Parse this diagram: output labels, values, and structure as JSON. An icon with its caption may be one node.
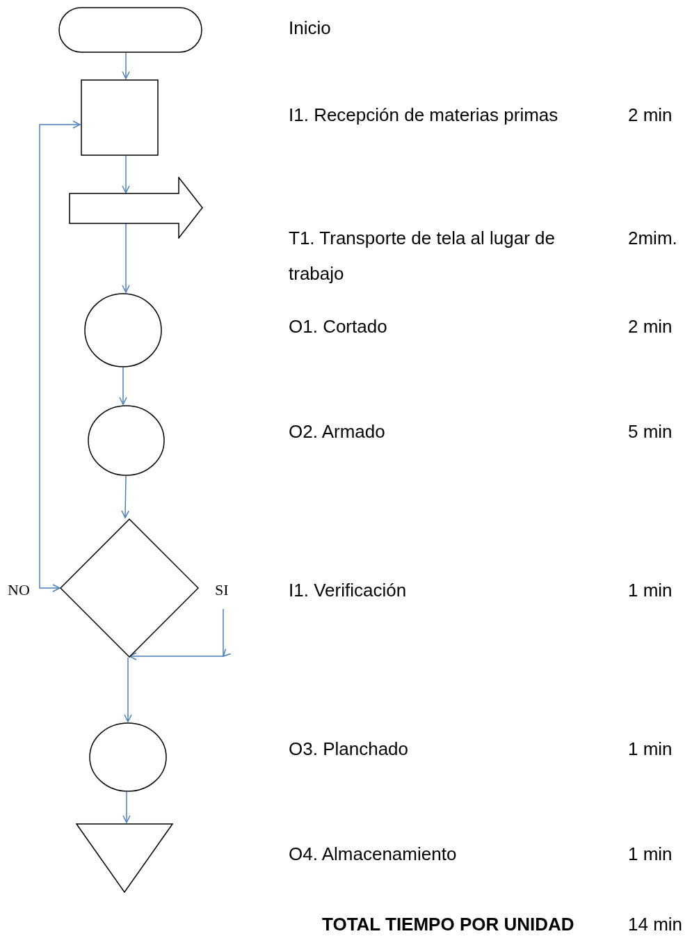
{
  "diagram": {
    "nodes": [
      {
        "text": [],
        "shape": "terminal"
      },
      {
        "text": [],
        "shape": "box"
      },
      {
        "text": [],
        "shape": "arrow"
      },
      {
        "text": [],
        "shape": "circle"
      },
      {
        "text": [],
        "shape": "circle"
      },
      {
        "text": [],
        "shape": "diamond"
      },
      {
        "text": [],
        "shape": "circle"
      },
      {
        "text": [],
        "shape": "triangle"
      }
    ],
    "edges": [
      {
        "from": 0,
        "to": 1,
        "arrow": "to"
      },
      {
        "from": 1,
        "to": 2,
        "arrow": "to"
      },
      {
        "from": 2,
        "to": 3,
        "arrow": "to"
      },
      {
        "from": 3,
        "to": 4,
        "arrow": "to"
      },
      {
        "from": 4,
        "to": 5,
        "arrow": "to"
      },
      {
        "from": 5,
        "to": 1,
        "arrow": "both",
        "label": "NO"
      },
      {
        "from": null,
        "to": 5,
        "arrow": "to",
        "label": "SI"
      },
      {
        "from": 5,
        "to": 6,
        "arrow": "to"
      },
      {
        "from": 6,
        "to": 7,
        "arrow": "to"
      }
    ],
    "labels": [
      "Inicio",
      "I1. Recepción de materias primas",
      "2 min",
      "T1. Transporte de tela al lugar de trabajo",
      "2mim.",
      "O1. Cortado",
      "2 min",
      "O2. Armado",
      "5 min",
      "I1. Verificación",
      "1 min",
      "O3. Planchado",
      "1 min",
      "O4. Almacenamiento",
      "1 min",
      "TOTAL TIEMPO POR UNIDAD",
      "14 min"
    ]
  }
}
